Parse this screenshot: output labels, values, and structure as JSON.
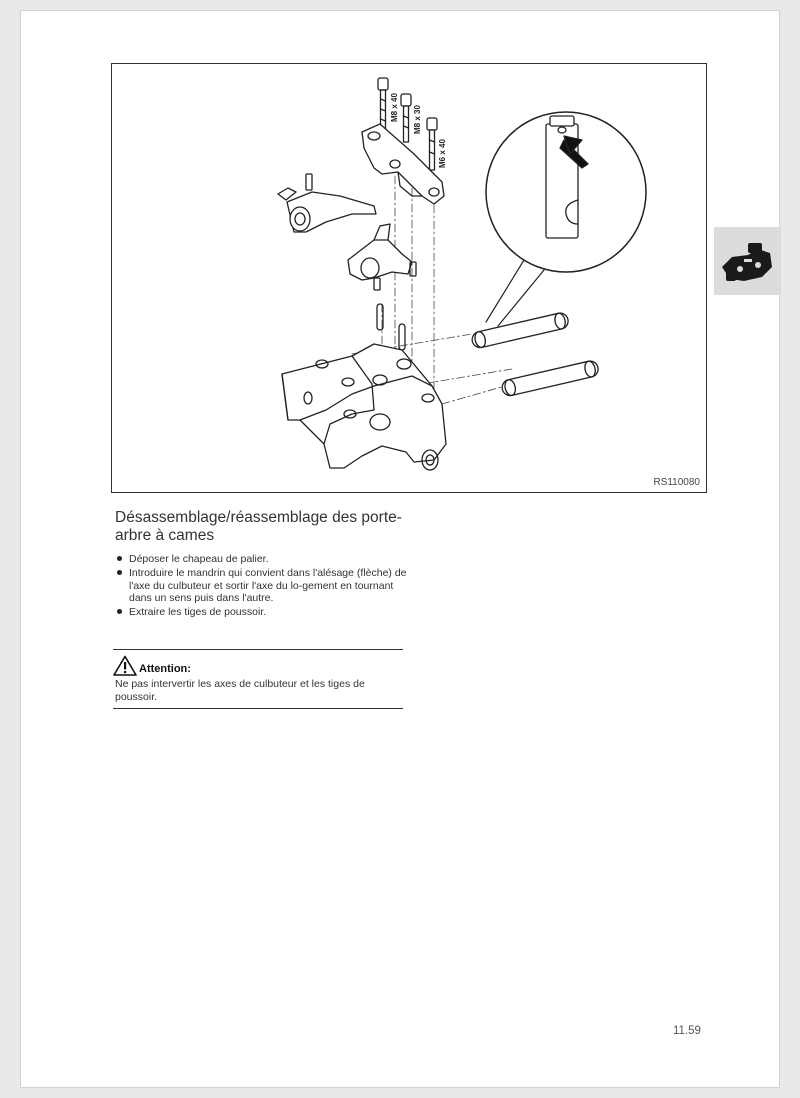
{
  "figure": {
    "reference": "RS110080",
    "bolt_labels": [
      "M8 x 40",
      "M8 x 30",
      "M6 x 40"
    ]
  },
  "section": {
    "heading": "Désassemblage/réassemblage des porte-arbre à cames",
    "steps": [
      "Déposer le chapeau de palier.",
      "Introduire le mandrin qui convient dans l'alésage (flèche) de l'axe du culbuteur et sortir l'axe du lo-gement en tournant dans un sens puis dans l'autre.",
      "Extraire les tiges de poussoir."
    ]
  },
  "attention": {
    "title": "Attention:",
    "text": "Ne pas intervertir les axes de culbuteur et les tiges de poussoir.",
    "icon": "warning-triangle-icon"
  },
  "side_tab": {
    "icon": "engine-icon"
  },
  "footer": {
    "page_number": "11.59"
  }
}
